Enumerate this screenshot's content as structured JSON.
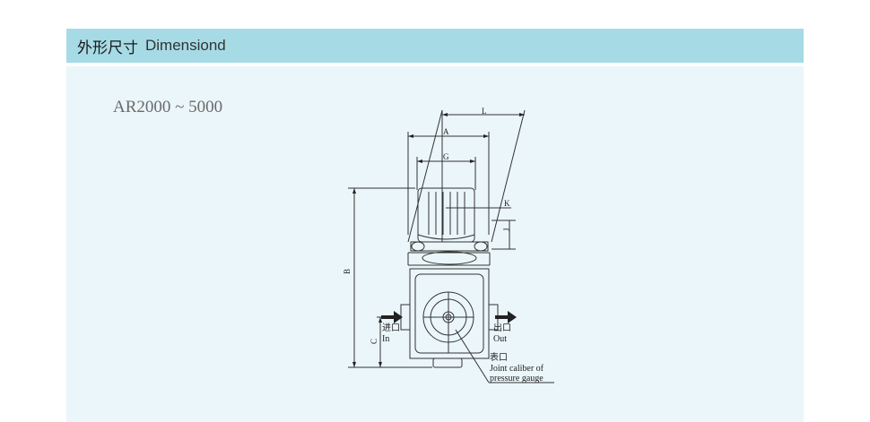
{
  "header": {
    "title_cn": "外形尺寸",
    "title_en": "Dimensiond"
  },
  "model": "AR2000 ~ 5000",
  "diagram": {
    "dim_L": "L",
    "dim_A": "A",
    "dim_G": "G",
    "dim_K": "K",
    "dim_J": "J",
    "dim_B": "B",
    "dim_C": "C",
    "inlet_cn": "进口",
    "inlet_en": "In",
    "outlet_cn": "出口",
    "outlet_en": "Out",
    "gauge_cn": "表口",
    "gauge_en_1": "Joint caliber of",
    "gauge_en_2": "pressure gauge"
  },
  "colors": {
    "header_bg": "#a6dbe6",
    "panel_bg": "#ebf6fa",
    "line": "#333333"
  }
}
